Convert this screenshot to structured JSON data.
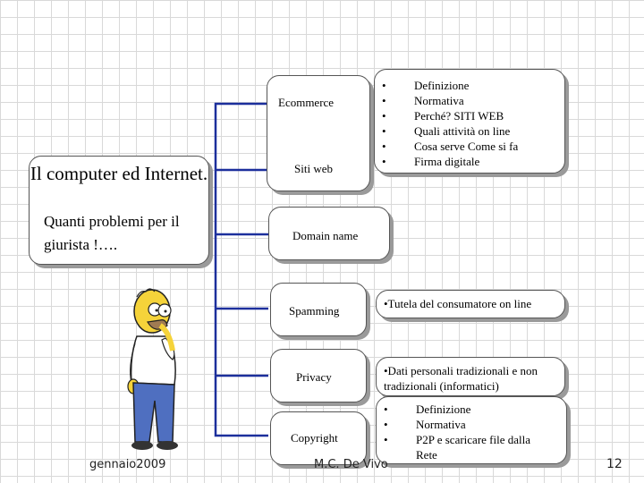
{
  "slide": {
    "title_main": "Il computer ed Internet.",
    "title_sub": "Quanti problemi per il giurista",
    "title_exclaim": "!….",
    "nodes": {
      "ecommerce": "Ecommerce",
      "siti_web": "Siti web",
      "domain_name": "Domain name",
      "spamming": "Spamming",
      "privacy": "Privacy",
      "copyright": "Copyright"
    },
    "ecommerce_list": [
      "Definizione",
      "Normativa",
      "Perché? SITI WEB",
      "Quali attività on line",
      "Cosa serve Come si fa",
      "Firma digitale"
    ],
    "spamming_note": "•Tutela del consumatore on line",
    "privacy_note": "•Dati personali tradizionali e non tradizionali (informatici)",
    "copyright_list": [
      "Definizione",
      "Normativa",
      "P2P e scaricare file dalla Rete"
    ],
    "footer": {
      "date": "gennaio2009",
      "author": "M.C. De Vivo",
      "page": "12"
    }
  }
}
